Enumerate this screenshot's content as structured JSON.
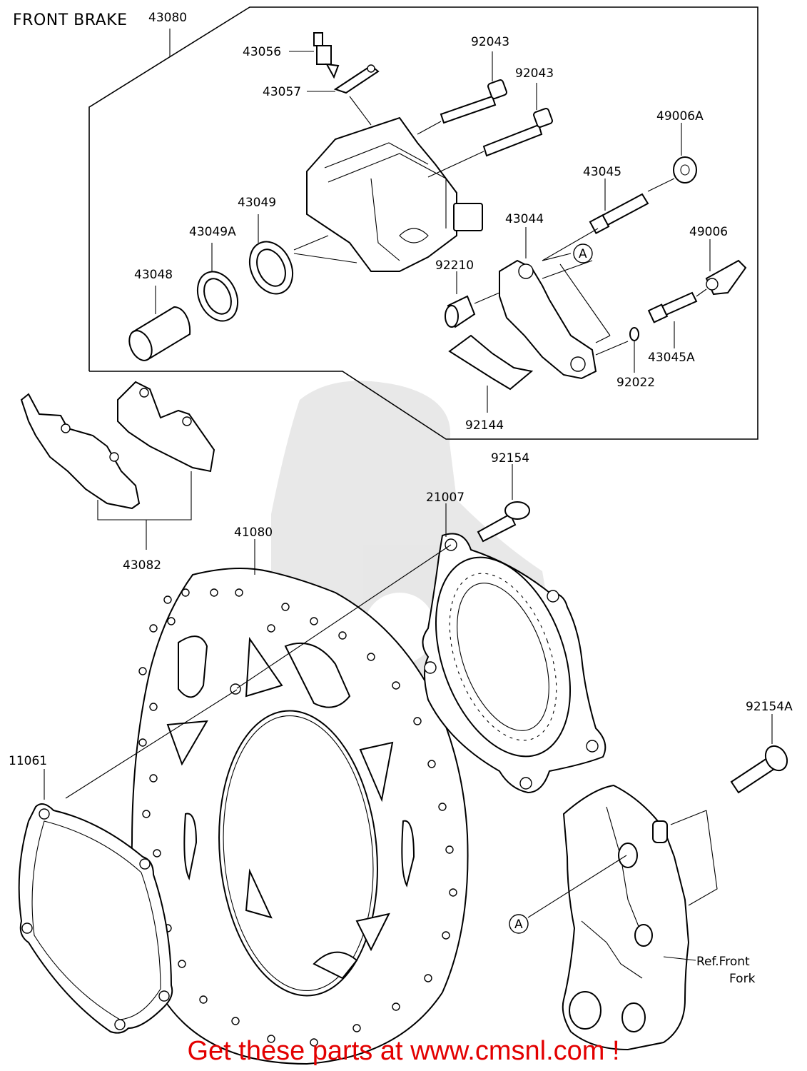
{
  "title": "FRONT BRAKE",
  "footer": "Get these parts at www.cmsnl.com !",
  "colors": {
    "footer": "#e30000",
    "lines": "#000000",
    "watermark": "#9a9a9a"
  },
  "reference_marker": "A",
  "fork_reference": {
    "line1": "Ref.Front",
    "line2": "Fork"
  },
  "part_labels": [
    "43080",
    "43056",
    "43057",
    "92043",
    "92043",
    "49006A",
    "43045",
    "43049",
    "43049A",
    "43048",
    "43044",
    "49006",
    "92210",
    "43045A",
    "92022",
    "92144",
    "43082",
    "92154",
    "21007",
    "41080",
    "11061",
    "92154A"
  ]
}
